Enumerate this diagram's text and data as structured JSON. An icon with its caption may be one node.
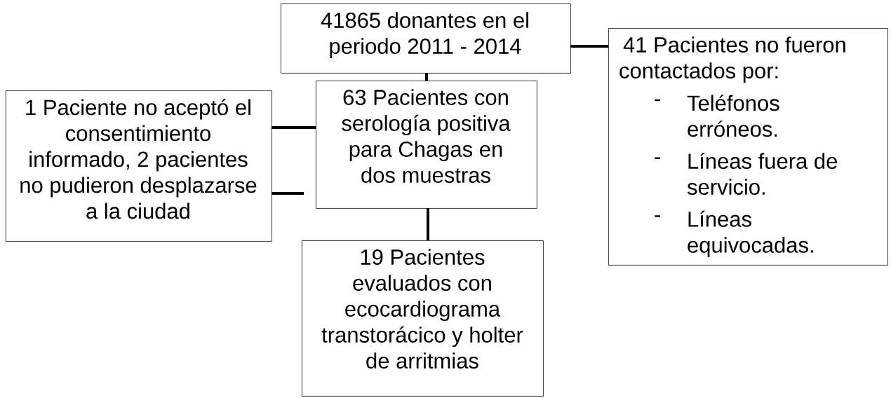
{
  "diagram": {
    "nodes": [
      {
        "text": [
          "41865 donantes en el periodo 2011 - 2014"
        ]
      },
      {
        "text": [
          "63 Pacientes con serología positiva para Chagas en dos muestras"
        ]
      },
      {
        "text": [
          "41 Pacientes no fueron contactados por:",
          "-",
          "Teléfonos erróneos.",
          "-",
          "Líneas fuera de servicio.",
          "-",
          "Líneas equivocadas."
        ]
      },
      {
        "text": [
          "1 Paciente no aceptó el consentimiento informado, 2 pacientes no pudieron desplazarse a la ciudad"
        ]
      },
      {
        "text": [
          "19 Pacientes evaluados con ecocardiograma transtorácico y holter de arritmias"
        ]
      }
    ],
    "edges": [
      {
        "from": 0,
        "to": 1,
        "arrow": "none"
      },
      {
        "from": 0,
        "to": 2,
        "arrow": "none"
      },
      {
        "from": 1,
        "to": 3,
        "arrow": "none"
      },
      {
        "from": 3,
        "to": null,
        "arrow": "none"
      },
      {
        "from": 1,
        "to": 4,
        "arrow": "none"
      }
    ]
  }
}
